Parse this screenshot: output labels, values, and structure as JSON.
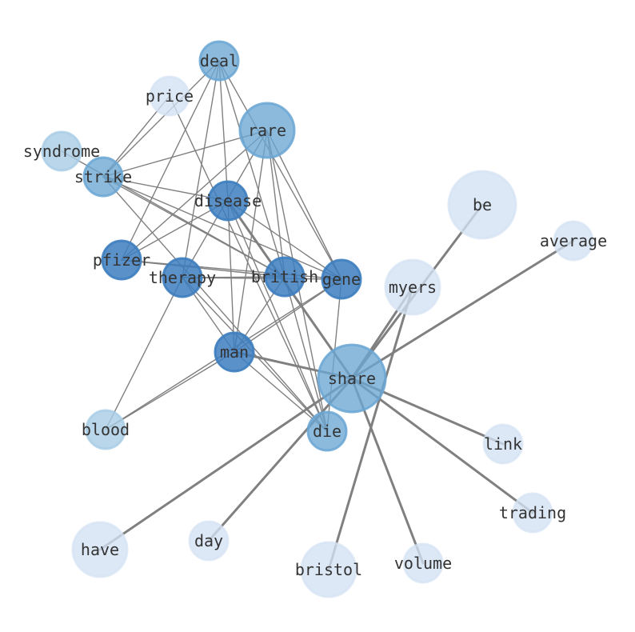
{
  "colors": {
    "dark": "#3d7ebf",
    "mid": "#6aa6d4",
    "light": "#a8cce5",
    "pale": "#d4e2f3",
    "edge": "#808080",
    "label": "#333333"
  },
  "nodes": [
    {
      "id": "deal",
      "label": "deal",
      "tone": "mid"
    },
    {
      "id": "price",
      "label": "price",
      "tone": "pale"
    },
    {
      "id": "rare",
      "label": "rare",
      "tone": "mid"
    },
    {
      "id": "syndrome",
      "label": "syndrome",
      "tone": "light"
    },
    {
      "id": "strike",
      "label": "strike",
      "tone": "mid"
    },
    {
      "id": "disease",
      "label": "disease",
      "tone": "dark"
    },
    {
      "id": "be",
      "label": "be",
      "tone": "pale"
    },
    {
      "id": "average",
      "label": "average",
      "tone": "pale"
    },
    {
      "id": "pfizer",
      "label": "pfizer",
      "tone": "dark"
    },
    {
      "id": "therapy",
      "label": "therapy",
      "tone": "dark"
    },
    {
      "id": "british",
      "label": "british",
      "tone": "dark"
    },
    {
      "id": "gene",
      "label": "gene",
      "tone": "dark"
    },
    {
      "id": "myers",
      "label": "myers",
      "tone": "pale"
    },
    {
      "id": "man",
      "label": "man",
      "tone": "dark"
    },
    {
      "id": "share",
      "label": "share",
      "tone": "mid"
    },
    {
      "id": "blood",
      "label": "blood",
      "tone": "light"
    },
    {
      "id": "die",
      "label": "die",
      "tone": "mid"
    },
    {
      "id": "link",
      "label": "link",
      "tone": "pale"
    },
    {
      "id": "trading",
      "label": "trading",
      "tone": "pale"
    },
    {
      "id": "have",
      "label": "have",
      "tone": "pale"
    },
    {
      "id": "day",
      "label": "day",
      "tone": "pale"
    },
    {
      "id": "bristol",
      "label": "bristol",
      "tone": "pale"
    },
    {
      "id": "volume",
      "label": "volume",
      "tone": "pale"
    }
  ],
  "edges": [
    [
      "deal",
      "strike"
    ],
    [
      "deal",
      "disease"
    ],
    [
      "deal",
      "pfizer"
    ],
    [
      "deal",
      "therapy"
    ],
    [
      "deal",
      "gene"
    ],
    [
      "deal",
      "british"
    ],
    [
      "price",
      "strike"
    ],
    [
      "price",
      "die"
    ],
    [
      "rare",
      "strike"
    ],
    [
      "rare",
      "pfizer"
    ],
    [
      "rare",
      "therapy"
    ],
    [
      "rare",
      "gene"
    ],
    [
      "rare",
      "man"
    ],
    [
      "rare",
      "british"
    ],
    [
      "rare",
      "die"
    ],
    [
      "syndrome",
      "british"
    ],
    [
      "strike",
      "disease"
    ],
    [
      "strike",
      "gene"
    ],
    [
      "strike",
      "british"
    ],
    [
      "strike",
      "die"
    ],
    [
      "disease",
      "pfizer"
    ],
    [
      "disease",
      "gene"
    ],
    [
      "disease",
      "man"
    ],
    [
      "disease",
      "die"
    ],
    [
      "disease",
      "share"
    ],
    [
      "pfizer",
      "british"
    ],
    [
      "pfizer",
      "gene"
    ],
    [
      "therapy",
      "british"
    ],
    [
      "therapy",
      "gene"
    ],
    [
      "therapy",
      "man"
    ],
    [
      "therapy",
      "die"
    ],
    [
      "therapy",
      "blood"
    ],
    [
      "british",
      "man"
    ],
    [
      "british",
      "die"
    ],
    [
      "gene",
      "man"
    ],
    [
      "gene",
      "blood"
    ],
    [
      "gene",
      "die"
    ],
    [
      "man",
      "blood"
    ],
    [
      "man",
      "die"
    ],
    [
      "man",
      "share"
    ],
    [
      "share",
      "be"
    ],
    [
      "share",
      "average"
    ],
    [
      "share",
      "myers"
    ],
    [
      "share",
      "link"
    ],
    [
      "share",
      "trading"
    ],
    [
      "share",
      "have"
    ],
    [
      "share",
      "day"
    ],
    [
      "share",
      "volume"
    ],
    [
      "myers",
      "bristol"
    ]
  ]
}
